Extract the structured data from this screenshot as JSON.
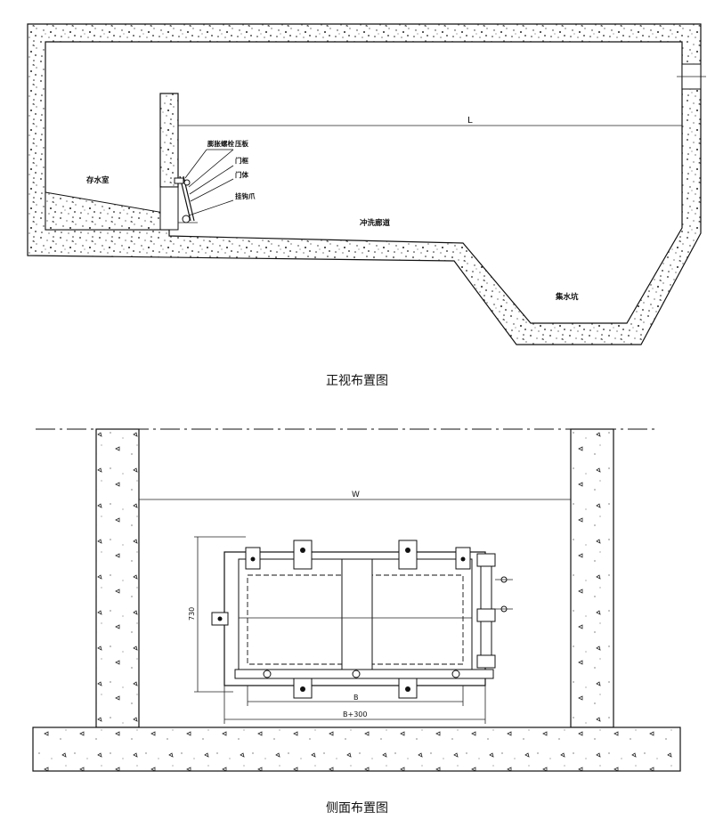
{
  "front_view": {
    "caption": "正视布置图",
    "labels": {
      "L": "L",
      "water_storage": "存水室",
      "flush_gallery": "冲洗廊道",
      "sump": "集水坑",
      "expansion_bolt": "膨胀螺栓",
      "press_plate": "压板",
      "door_frame": "门框",
      "door_body": "门体",
      "hook_claw": "挂钩爪"
    }
  },
  "side_view": {
    "caption": "侧面布置图",
    "labels": {
      "W": "W",
      "B": "B",
      "B300": "B+300",
      "dim730": "730"
    }
  }
}
